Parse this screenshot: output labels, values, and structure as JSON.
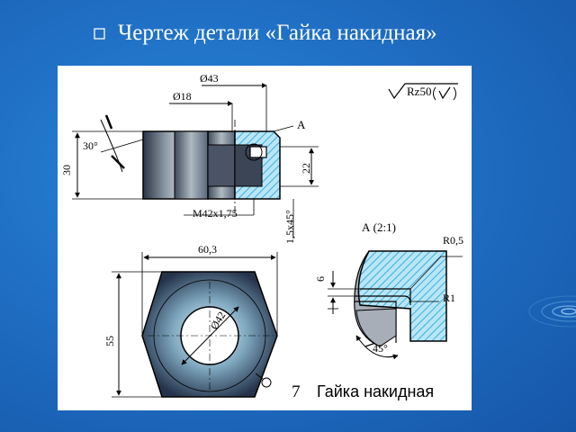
{
  "slide": {
    "title": "Чертеж детали «Гайка накидная»",
    "bullet_icon": "checkbox-bullet-icon"
  },
  "drawing": {
    "dims": {
      "d_outer": "Ø43",
      "d_inner": "Ø18",
      "height": "30",
      "angle_top": "30°",
      "right_height": "22",
      "thread": "M42x1,75",
      "chamfer": "1,5x45°",
      "across_corners": "60,3",
      "across_flats": "55",
      "bore": "Ø42",
      "view_label": "А",
      "roughness": "Rz50",
      "detail_label": "А (2:1)",
      "r_small": "R0,5",
      "r_large": "R1",
      "detail_depth": "6",
      "detail_angle": "45°"
    },
    "caption": {
      "number": "7",
      "text": "Гайка накидная"
    }
  },
  "colors": {
    "background": "#1f6fc4",
    "hatch": "#1aa4e0",
    "metal_dark": "#1e2a3e",
    "metal_light": "#c9d2d6"
  }
}
